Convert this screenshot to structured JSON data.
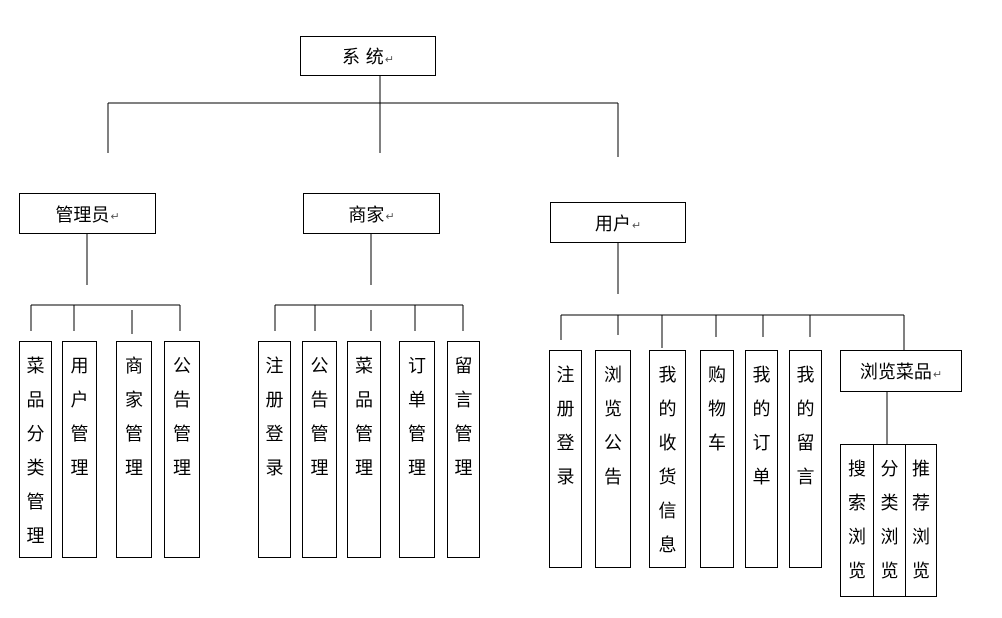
{
  "root": {
    "label": "系 统"
  },
  "level1": [
    {
      "label": "管理员"
    },
    {
      "label": "商家"
    },
    {
      "label": "用户"
    }
  ],
  "admin_children": [
    "菜品分类管理",
    "用户管理",
    "商家管理",
    "公告管理"
  ],
  "merchant_children": [
    "注册登录",
    "公告管理",
    "菜品管理",
    "订单管理",
    "留言管理"
  ],
  "user_children": [
    "注册登录",
    "浏览公告",
    "我的收货信息",
    "购物车",
    "我的订单",
    "我的留言"
  ],
  "browse": {
    "label": "浏览菜品",
    "children": [
      "搜索浏览",
      "分类浏览",
      "推荐浏览"
    ]
  },
  "paragraph_mark": "↵"
}
